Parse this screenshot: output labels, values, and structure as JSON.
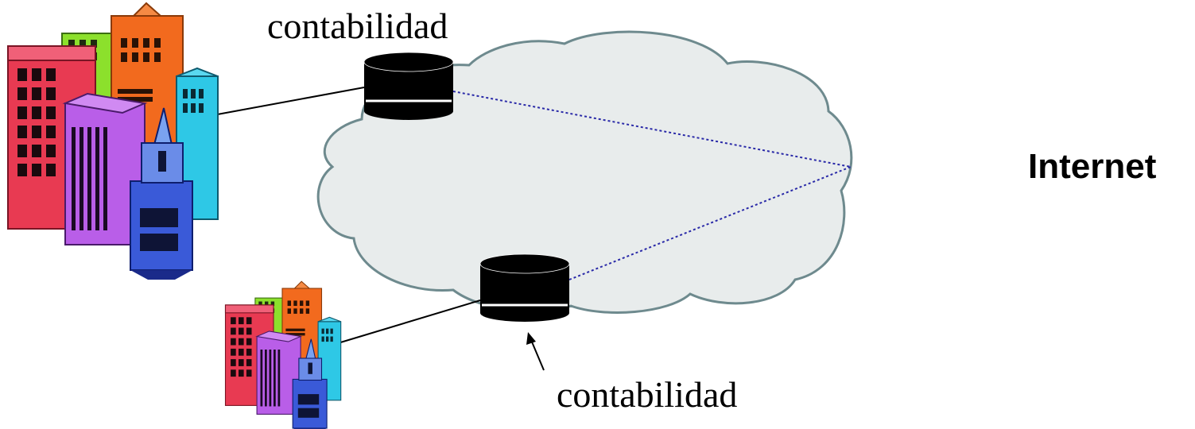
{
  "labels": {
    "router_top": "contabilidad",
    "router_bottom": "contabilidad",
    "network": "Internet"
  },
  "colors": {
    "cloud_fill": "#E8ECEC",
    "cloud_stroke": "#6E8A8E",
    "router": "#000000",
    "link_dotted": "#2A2AA8"
  },
  "icons": [
    "office-buildings-icon",
    "office-buildings-icon",
    "router-icon",
    "router-icon",
    "cloud-icon"
  ]
}
